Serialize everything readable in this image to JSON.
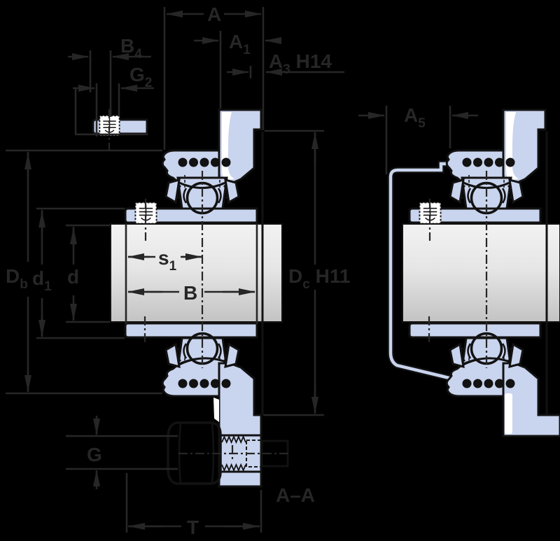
{
  "colors": {
    "background": "#000000",
    "housing_fill": "#c9d4ee",
    "shape_outline": "#121212",
    "dimension_lines": "#262626",
    "shaft_light": "#f2f2f2",
    "shaft_dark": "#c3c3c3",
    "highlight": "#ffffff"
  },
  "dimension_labels": {
    "a": {
      "main": "A",
      "sub": "",
      "suffix": ""
    },
    "a1": {
      "main": "A",
      "sub": "1",
      "suffix": ""
    },
    "a3": {
      "main": "A",
      "sub": "3",
      "suffix": " H14"
    },
    "a5": {
      "main": "A",
      "sub": "5",
      "suffix": ""
    },
    "b4": {
      "main": "B",
      "sub": "4",
      "suffix": ""
    },
    "g2": {
      "main": "G",
      "sub": "2",
      "suffix": ""
    },
    "db": {
      "main": "D",
      "sub": "b",
      "suffix": ""
    },
    "d1": {
      "main": "d",
      "sub": "1",
      "suffix": ""
    },
    "d": {
      "main": "d",
      "sub": "",
      "suffix": ""
    },
    "s1": {
      "main": "s",
      "sub": "1",
      "suffix": ""
    },
    "b": {
      "main": "B",
      "sub": "",
      "suffix": ""
    },
    "dc": {
      "main": "D",
      "sub": "c",
      "suffix": " H11"
    },
    "g": {
      "main": "G",
      "sub": "",
      "suffix": ""
    },
    "t": {
      "main": "T",
      "sub": "",
      "suffix": ""
    },
    "section": {
      "main": "A–A",
      "sub": "",
      "suffix": ""
    }
  }
}
